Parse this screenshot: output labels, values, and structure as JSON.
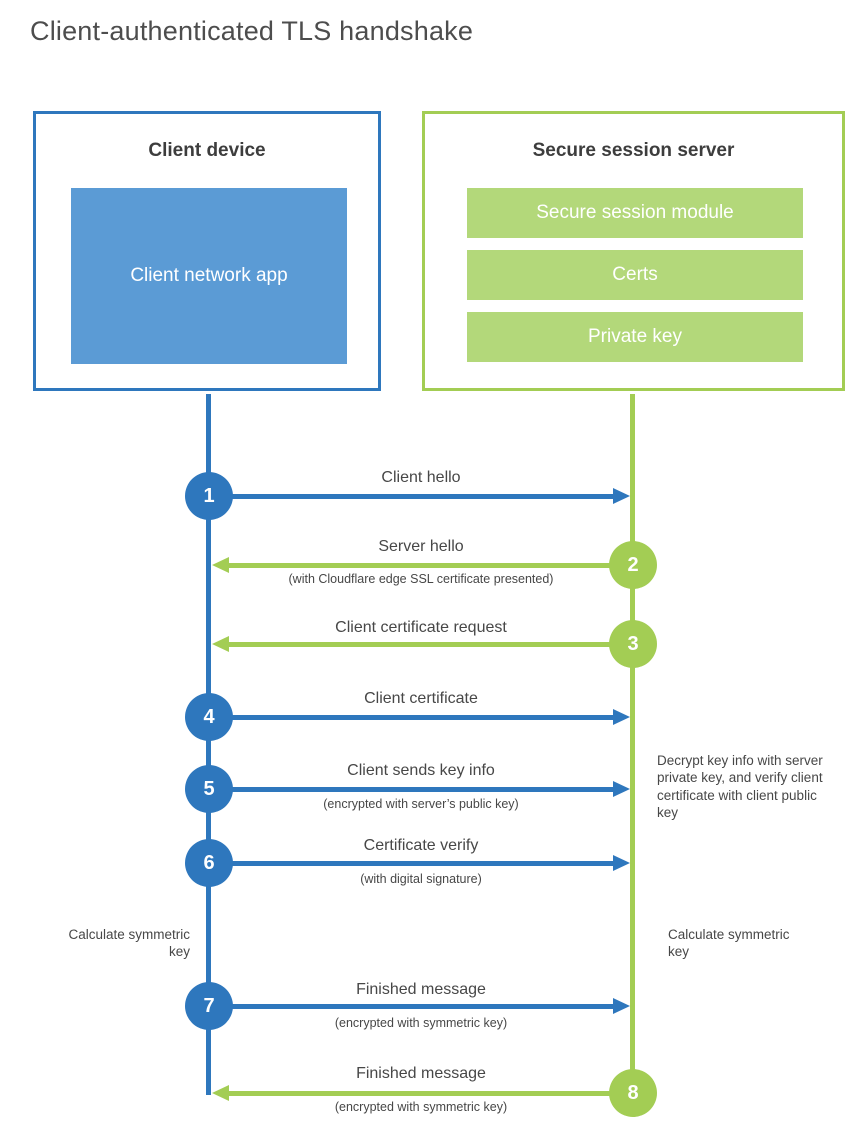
{
  "title": "Client-authenticated TLS handshake",
  "colors": {
    "blue_stroke": "#2e77bd",
    "blue_fill": "#5b9bd5",
    "green_stroke": "#a3cd54",
    "green_fill": "#b3d87a",
    "title_text": "#4d4d4d",
    "label_text": "#474747",
    "module_text": "#ffffff"
  },
  "client_box": {
    "title": "Client device",
    "module": "Client network app"
  },
  "server_box": {
    "title": "Secure session server",
    "modules": [
      {
        "label": "Secure session module"
      },
      {
        "label": "Certs"
      },
      {
        "label": "Private key"
      }
    ]
  },
  "steps": [
    {
      "num": "1",
      "from": "client",
      "direction": "right",
      "label": "Client hello",
      "sublabel": ""
    },
    {
      "num": "2",
      "from": "server",
      "direction": "left",
      "label": "Server hello",
      "sublabel": "(with Cloudflare edge SSL certificate presented)"
    },
    {
      "num": "3",
      "from": "server",
      "direction": "left",
      "label": "Client certificate request",
      "sublabel": ""
    },
    {
      "num": "4",
      "from": "client",
      "direction": "right",
      "label": "Client certificate",
      "sublabel": ""
    },
    {
      "num": "5",
      "from": "client",
      "direction": "right",
      "label": "Client sends key info",
      "sublabel": "(encrypted with server’s public key)"
    },
    {
      "num": "6",
      "from": "client",
      "direction": "right",
      "label": "Certificate verify",
      "sublabel": "(with digital signature)"
    },
    {
      "num": "7",
      "from": "client",
      "direction": "right",
      "label": "Finished message",
      "sublabel": "(encrypted with symmetric key)"
    },
    {
      "num": "8",
      "from": "server",
      "direction": "left",
      "label": "Finished message",
      "sublabel": "(encrypted with symmetric key)"
    }
  ],
  "annotations": {
    "decrypt_note": "Decrypt key info with server private key, and verify client certificate with client public key",
    "calc_symmetric_left": "Calculate symmetric key",
    "calc_symmetric_right": "Calculate symmetric key"
  }
}
